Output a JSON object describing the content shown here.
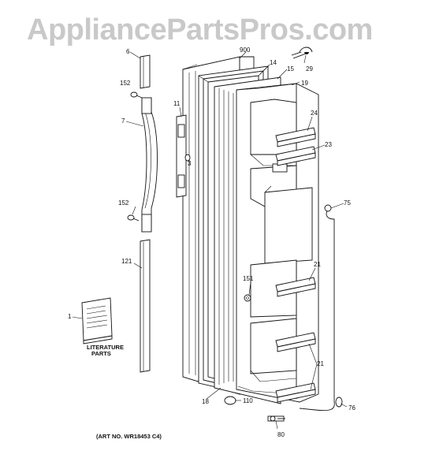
{
  "watermark": "AppliancePartsPros.com",
  "art_number": "(ART NO. WR18453 C4)",
  "literature": {
    "line1": "LITERATURE",
    "line2": "PARTS"
  },
  "callouts": {
    "c900": "900",
    "c14": "14",
    "c15": "15",
    "c19": "19",
    "c29": "29",
    "c6": "6",
    "c152a": "152",
    "c11": "11",
    "c7": "7",
    "c3": "3",
    "c24": "24",
    "c23": "23",
    "c75": "75",
    "c152b": "152",
    "c121": "121",
    "c151": "151",
    "c21a": "21",
    "c1": "1",
    "c21b": "21",
    "c18": "18",
    "c110": "110",
    "c76": "76",
    "c80": "80"
  }
}
